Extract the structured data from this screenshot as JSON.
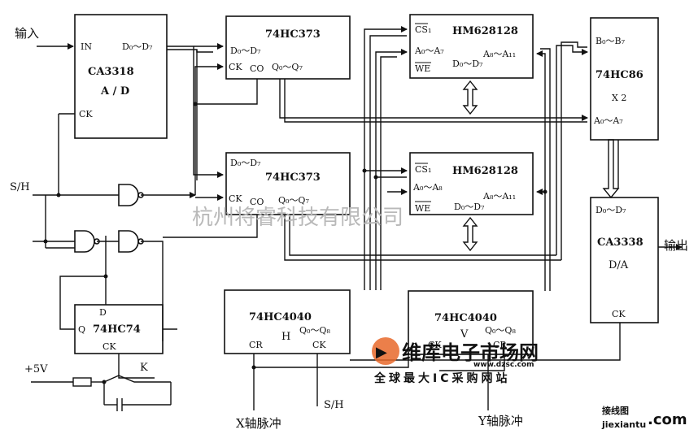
{
  "title": "",
  "io": {
    "input": "输入",
    "output": "输出",
    "sh": "S/H",
    "vcc": "+5V",
    "x_pulse": "X轴脉冲",
    "y_pulse": "Y轴脉冲",
    "sh_bottom": "S/H",
    "switch": "K"
  },
  "chips": {
    "adc": {
      "name": "CA3318",
      "sub": "A / D",
      "in": "IN",
      "out": "D₀～D₇",
      "ck": "CK"
    },
    "latch1": {
      "name": "74HC373",
      "d": "D₀～D₇",
      "ck": "CK",
      "co": "CO",
      "q": "Q₀～Q₇"
    },
    "latch2": {
      "name": "74HC373",
      "d": "D₀～D₇",
      "ck": "CK",
      "co": "CO",
      "q": "Q₀～Q₇"
    },
    "ram1": {
      "name": "HM628128",
      "cs": "CS₁",
      "a": "A₀～A₇",
      "a2": "A₈～A₁₁",
      "we": "WE",
      "d": "D₀～D₇"
    },
    "ram2": {
      "name": "HM628128",
      "cs": "CS₁",
      "a": "A₀～A₈",
      "a2": "A₈～A₁₁",
      "we": "WE",
      "d": "D₀～D₇"
    },
    "xor": {
      "name": "74HC86",
      "b": "B₀～B₇",
      "x": "X 2",
      "a": "A₀～A₇"
    },
    "dac": {
      "name": "CA3338",
      "sub": "D/A",
      "d": "D₀～D₇",
      "ck": "CK"
    },
    "ff": {
      "name": "74HC74",
      "d": "D",
      "q": "Q",
      "ck": "CK"
    },
    "cnt_h": {
      "name": "74HC4040",
      "sub": "H",
      "q": "Q₀～Q₈",
      "cr": "CR",
      "ck": "CK"
    },
    "cnt_v": {
      "name": "74HC4040",
      "sub": "V",
      "q": "Q₀～Q₈",
      "cr": "CR",
      "ck": "CK"
    }
  },
  "watermarks": {
    "company": "杭州将睿科技有限公司",
    "site_cn": "维库电子市场网",
    "site_url": "www.dzsc.com",
    "slogan": "全球最大IC采购网站",
    "jiexian": "接线图",
    "jiexian_url": "jiexiantu",
    "dotcom": ".com"
  },
  "colors": {
    "line": "#111111",
    "watermark_gray": "#b9b9b9",
    "brand_orange": "#e8692a",
    "brand_red": "#d23a2a"
  }
}
